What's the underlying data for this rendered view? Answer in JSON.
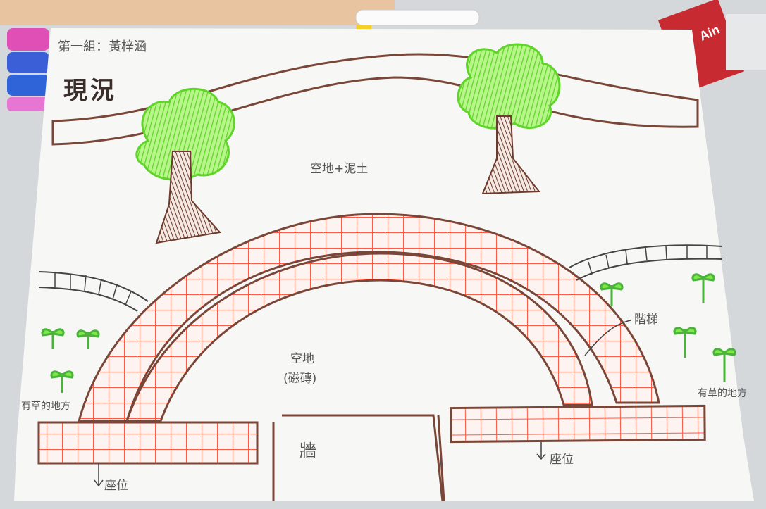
{
  "image": {
    "kind": "photo-of-hand-drawn-plan",
    "icon": "drawing-photo-icon"
  },
  "labels": {
    "group_header": "第一組：黃梓涵",
    "status_title": "現況",
    "open_space_soil": "空地+泥土",
    "open_space_tile": "空地",
    "tile_note": "(磁磚)",
    "wall": "牆",
    "stairs": "階梯",
    "seat_left": "座位",
    "seat_right": "座位",
    "grass_left": "有草的地方",
    "grass_right": "有草的地方"
  },
  "photo_props": {
    "marker_brand": "Ain"
  },
  "colors": {
    "paper": "#f7f7f5",
    "ink_brown": "#7a4638",
    "tile_red": "#ff5a45",
    "leaf_green": "#7ee84a",
    "sprout_green": "#49b33a",
    "orange_strip": "#e8c4a0",
    "table": "#d9dcdf"
  }
}
